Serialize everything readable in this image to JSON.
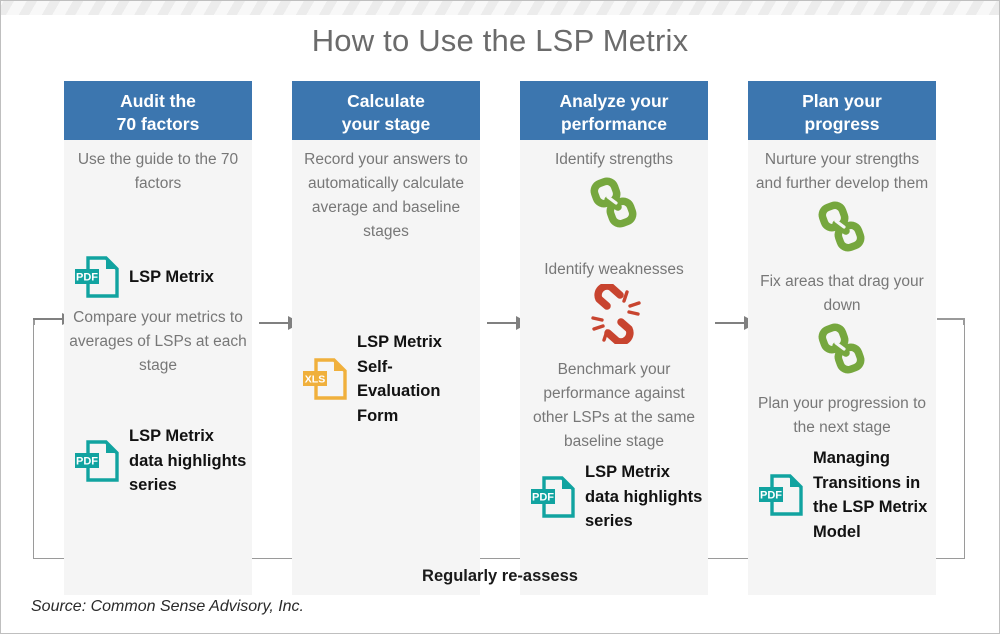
{
  "title": "How to Use the LSP Metrix",
  "footer": {
    "loop_label": "Regularly re-assess",
    "source": "Source: Common Sense Advisory, Inc."
  },
  "colors": {
    "header_blue": "#3C76AF",
    "panel_gray": "#F5F5F5",
    "body_text": "#777777",
    "title_text": "#6B6B6B",
    "pdf_teal": "#11A3A0",
    "xls_orange": "#F0B03C",
    "chain_green": "#76A73E",
    "broken_chain_red": "#C8442F",
    "arrow_gray": "#808080"
  },
  "columns": [
    {
      "header": "Audit the\n70 factors",
      "header_line1": "Audit the",
      "header_line2": "70 factors",
      "blurbs": {
        "b1": "Use the guide to the 70 factors",
        "b2": "Compare your metrics to averages of LSPs at each stage"
      },
      "docs": {
        "d1": {
          "icon": "pdf-file-icon",
          "badge": "PDF",
          "label": "LSP Metrix"
        },
        "d2": {
          "icon": "pdf-file-icon",
          "badge": "PDF",
          "label": "LSP Metrix data highlights series"
        }
      }
    },
    {
      "header": "Calculate\nyour stage",
      "header_line1": "Calculate",
      "header_line2": "your stage",
      "blurbs": {
        "b1": "Record your answers to automatically calculate average and baseline stages"
      },
      "docs": {
        "d1": {
          "icon": "xls-file-icon",
          "badge": "XLS",
          "label": "LSP Metrix Self-Evaluation Form"
        }
      }
    },
    {
      "header": "Analyze your\nperformance",
      "header_line1": "Analyze your",
      "header_line2": "performance",
      "blurbs": {
        "b1": "Identify strengths",
        "b2": "Identify weaknesses",
        "b3": "Benchmark your performance against other LSPs at the same baseline stage"
      },
      "icons": {
        "i1": "chain-link-icon",
        "i2": "broken-chain-link-icon"
      },
      "docs": {
        "d1": {
          "icon": "pdf-file-icon",
          "badge": "PDF",
          "label": "LSP Metrix data highlights series"
        }
      }
    },
    {
      "header": "Plan your\nprogress",
      "header_line1": "Plan your",
      "header_line2": "progress",
      "blurbs": {
        "b1": "Nurture your strengths and further develop them",
        "b2": "Fix areas that drag your down",
        "b3": "Plan your progression to the next stage"
      },
      "icons": {
        "i1": "chain-link-icon",
        "i2": "chain-link-icon"
      },
      "docs": {
        "d1": {
          "icon": "pdf-file-icon",
          "badge": "PDF",
          "label": "Managing Transitions in the LSP Metrix Model"
        }
      }
    }
  ]
}
